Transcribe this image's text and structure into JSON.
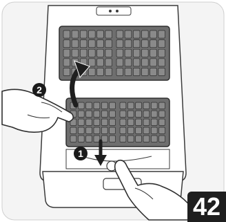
{
  "steps": {
    "step_1": "1",
    "step_2": "2"
  },
  "page_number": "42",
  "colors": {
    "background": "#ffffff",
    "frame": "#f4f4f4",
    "outline": "#3a3a3a",
    "plate": "#6e6e6e",
    "cell": "#8a8a8a",
    "badge": "#1f1f1f"
  },
  "icons": {
    "lift_arrow": "curved-arrow-up-icon",
    "press_arrow": "arrow-down-icon"
  }
}
